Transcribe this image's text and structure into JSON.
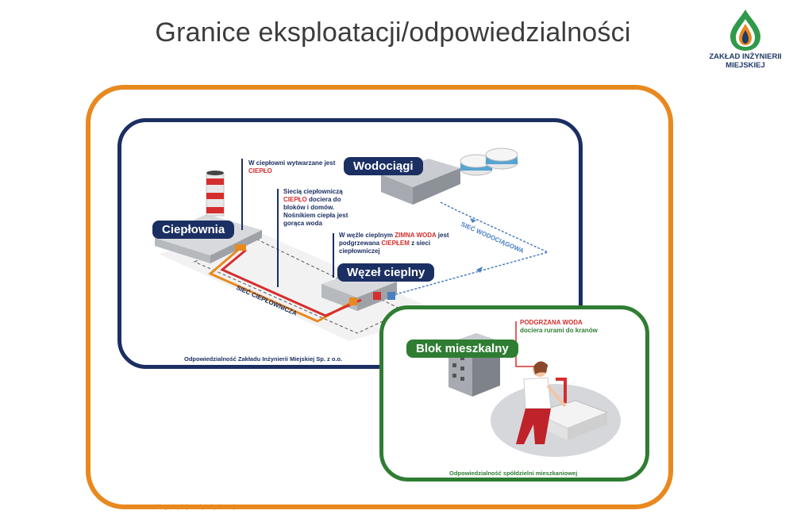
{
  "title": "Granice eksploatacji/odpowiedzialności",
  "logo": {
    "line1": "ZAKŁAD INŻYNIERII",
    "line2": "MIEJSKIEJ"
  },
  "colors": {
    "navy": "#1b2f63",
    "orange": "#e8891f",
    "green": "#2f7d32",
    "red": "#d62d2d",
    "blue": "#4a7fc1"
  },
  "buildings": {
    "cieplownia": "Ciepłownia",
    "wodociagi": "Wodociągi",
    "wezel": "Węzeł cieplny",
    "blok": "Blok mieszkalny"
  },
  "notes": {
    "cieplownia": {
      "text": "W ciepłowni wytwarzane jest ",
      "highlight": "CIEPŁO"
    },
    "siec": {
      "prefix": "Siecią ciepłowniczą ",
      "highlight": "CIEPŁO",
      "rest": " dociera do bloków i domów. Nośnikiem ciepła jest gorąca woda"
    },
    "wezel": {
      "prefix": "W węźle cieplnym ",
      "highlight1": "ZIMNA WODA",
      "mid": " jest podgrzewana ",
      "highlight2": "CIEPŁEM",
      "rest": " z sieci ciepłowniczej"
    },
    "blok": {
      "highlight": "PODGRZANA WODA",
      "rest": "dociera rurami do kranów"
    }
  },
  "pipes": {
    "wodociagowa": "SIEĆ WODOCIĄGOWA",
    "cieplownicza": "SIEĆ CIEPŁOWNICZA"
  },
  "responsibility": {
    "zim": "Odpowiedzialność Zakładu Inżynierii Miejskiej Sp. z o.o.",
    "spoldzielnia": "Odpowiedzialność spółdzielni mieszkaniowej",
    "obieg": "Obieg ciepłej wody użytkowej"
  }
}
